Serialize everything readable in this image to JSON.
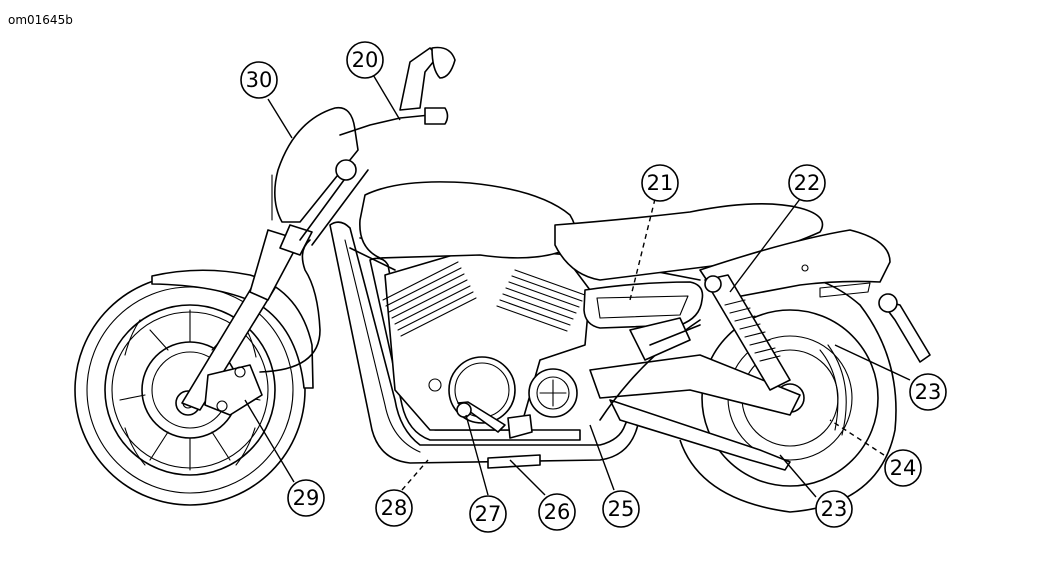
{
  "figure_id": "om01645b",
  "callouts": [
    {
      "key": "c20",
      "label": "20"
    },
    {
      "key": "c21",
      "label": "21"
    },
    {
      "key": "c22",
      "label": "22"
    },
    {
      "key": "c23a",
      "label": "23"
    },
    {
      "key": "c23b",
      "label": "23"
    },
    {
      "key": "c24",
      "label": "24"
    },
    {
      "key": "c25",
      "label": "25"
    },
    {
      "key": "c26",
      "label": "26"
    },
    {
      "key": "c27",
      "label": "27"
    },
    {
      "key": "c28",
      "label": "28"
    },
    {
      "key": "c29",
      "label": "29"
    },
    {
      "key": "c30",
      "label": "30"
    }
  ]
}
